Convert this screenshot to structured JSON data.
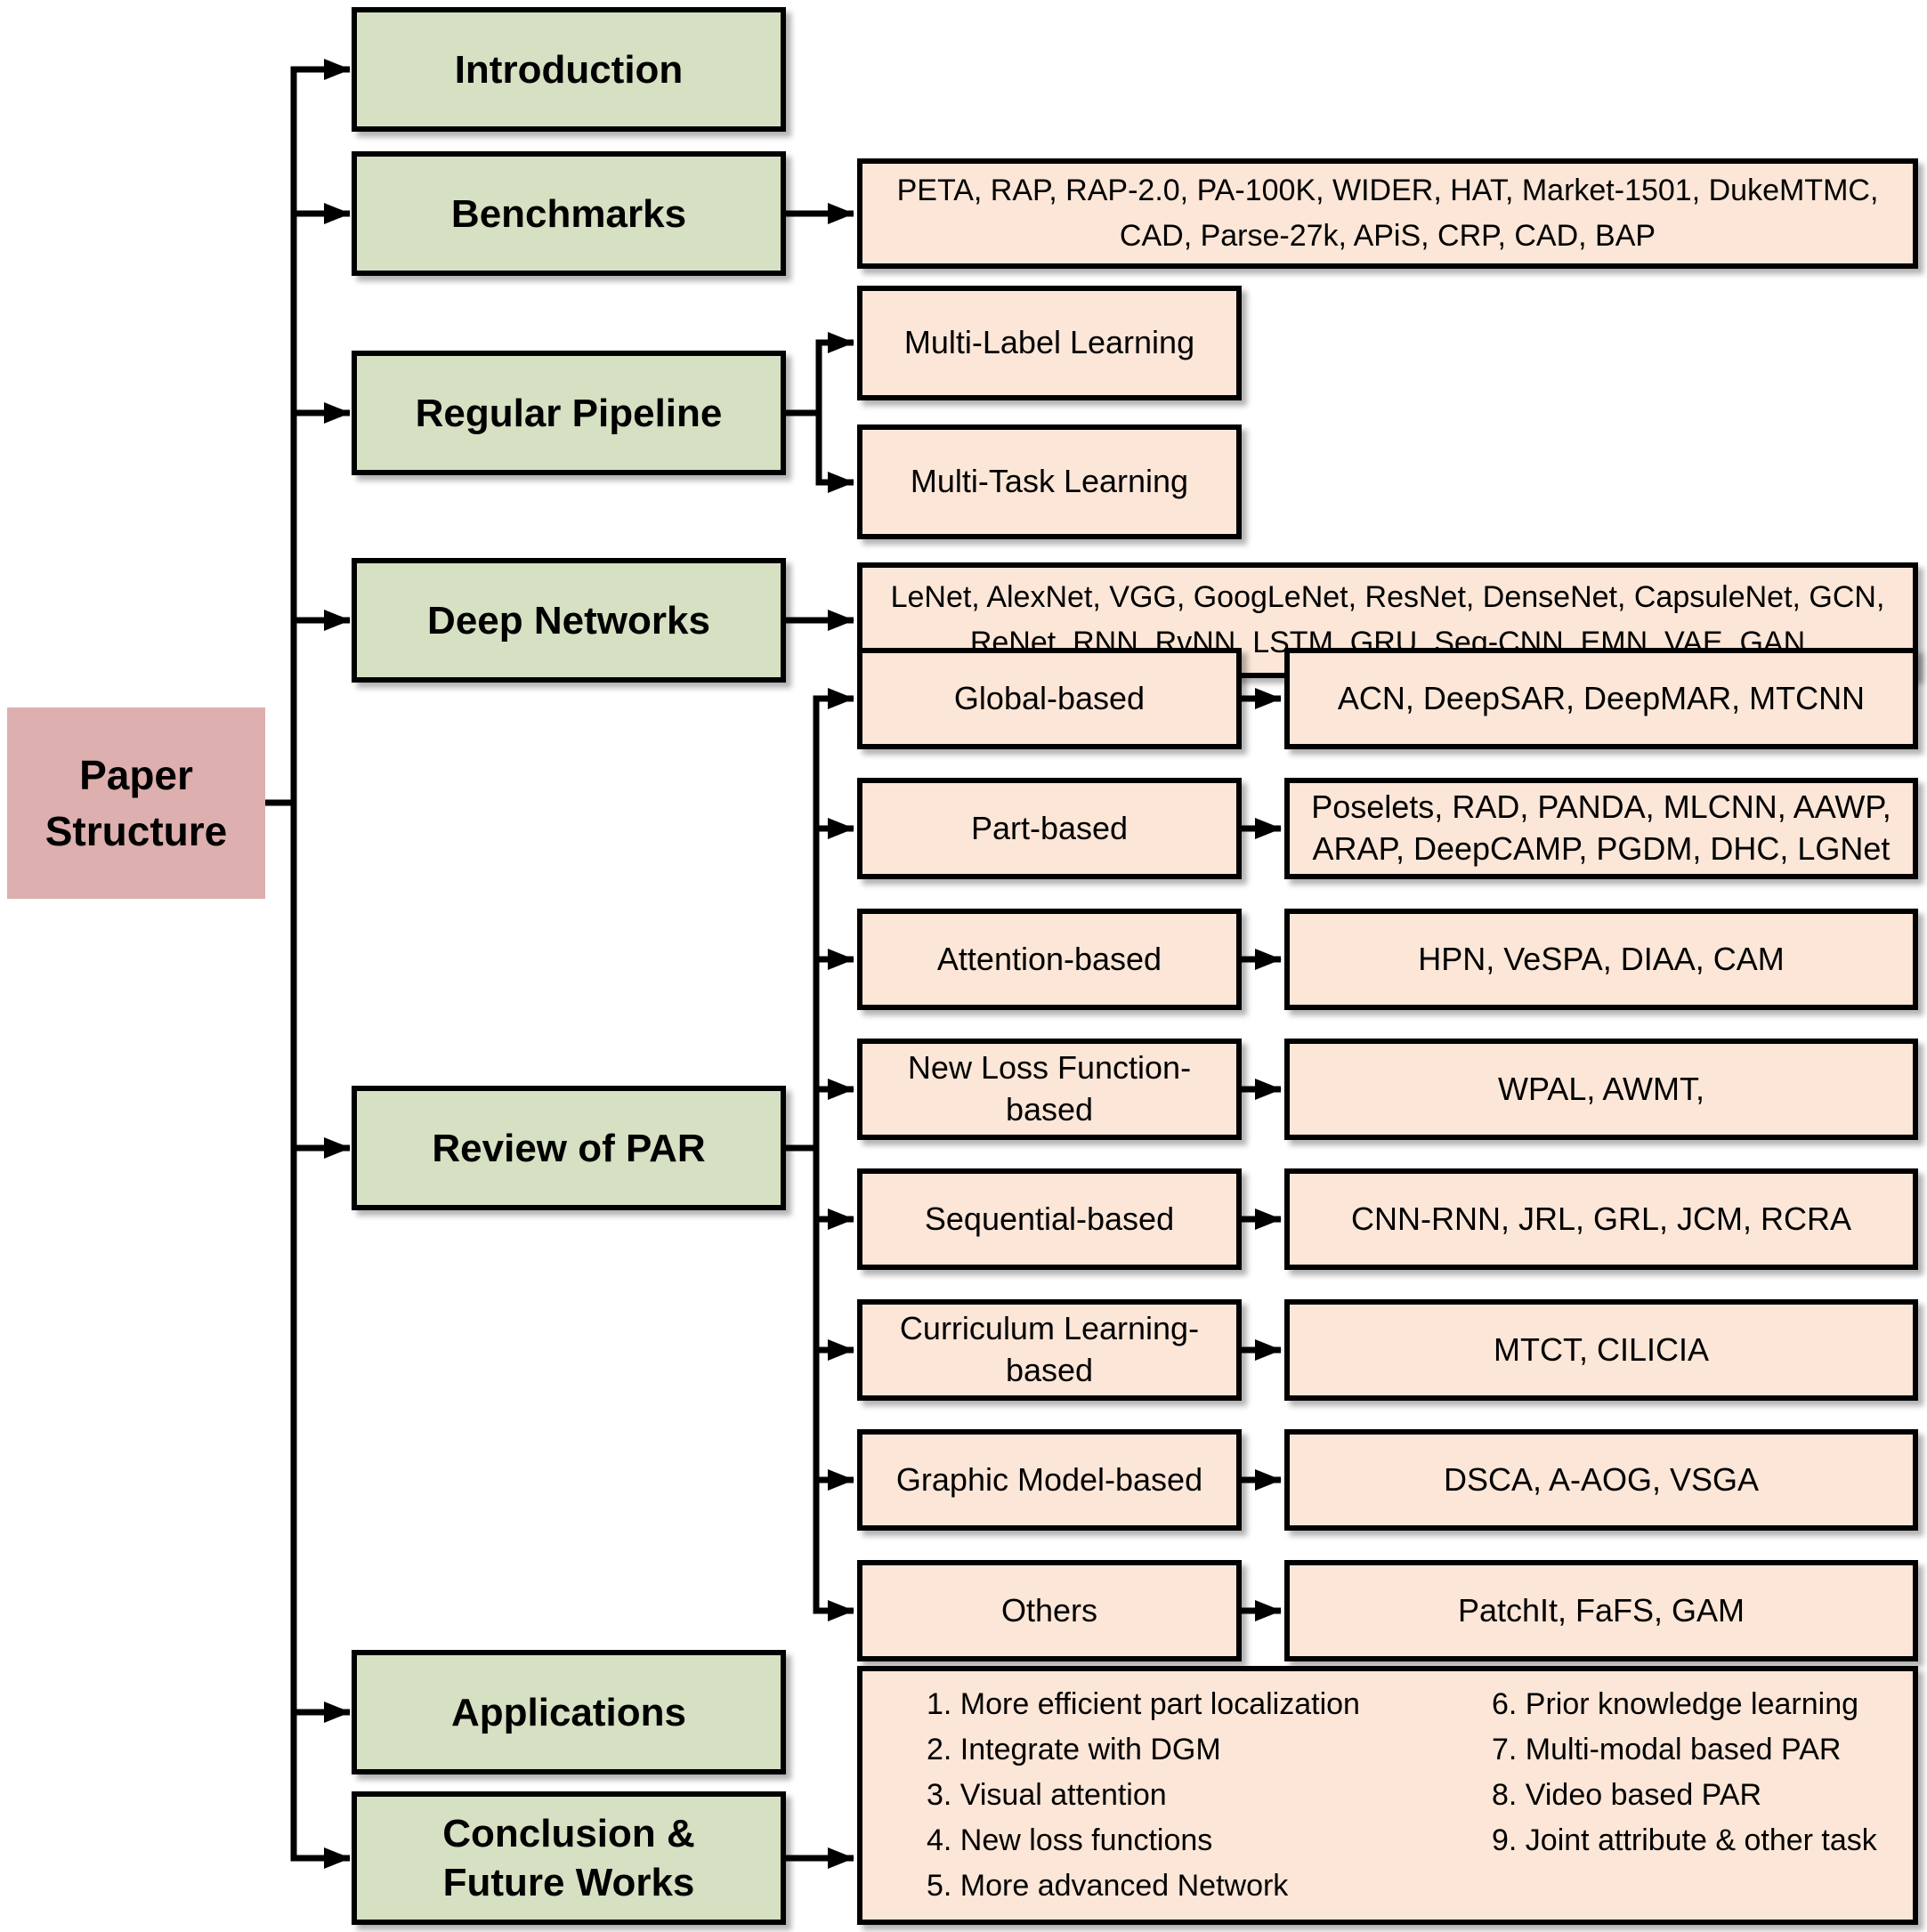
{
  "root": {
    "label": "Paper\nStructure"
  },
  "colors": {
    "section_green": "#d6e0c2",
    "content_peach": "#fbe6d7",
    "root_pink": "#ddafae",
    "line_black": "#000000"
  },
  "sections": [
    {
      "id": "introduction",
      "label": "Introduction"
    },
    {
      "id": "benchmarks",
      "label": "Benchmarks",
      "datasets": "PETA, RAP, RAP-2.0, PA-100K, WIDER,  HAT, Market-1501, DukeMTMC,\nCAD, Parse-27k, APiS, CRP, CAD, BAP"
    },
    {
      "id": "regular-pipeline",
      "label": "Regular Pipeline",
      "children": [
        {
          "label": "Multi-Label Learning"
        },
        {
          "label": "Multi-Task Learning"
        }
      ]
    },
    {
      "id": "deep-networks",
      "label": "Deep Networks",
      "networks": "LeNet, AlexNet, VGG, GoogLeNet, ResNet, DenseNet, CapsuleNet, GCN,\nReNet, RNN, RvNN, LSTM, GRU, Seq-CNN, EMN, VAE, GAN"
    },
    {
      "id": "review-of-par",
      "label": "Review of PAR",
      "categories": [
        {
          "label": "Global-based",
          "methods": "ACN, DeepSAR, DeepMAR, MTCNN"
        },
        {
          "label": "Part-based",
          "methods": "Poselets, RAD, PANDA, MLCNN, AAWP,\nARAP, DeepCAMP, PGDM, DHC, LGNet"
        },
        {
          "label": "Attention-based",
          "methods": "HPN, VeSPA, DIAA, CAM"
        },
        {
          "label": "New Loss Function-\nbased",
          "methods": "WPAL, AWMT,"
        },
        {
          "label": "Sequential-based",
          "methods": "CNN-RNN, JRL, GRL, JCM, RCRA"
        },
        {
          "label": "Curriculum Learning-\nbased",
          "methods": "MTCT, CILICIA"
        },
        {
          "label": "Graphic Model-based",
          "methods": "DSCA, A-AOG, VSGA"
        },
        {
          "label": "Others",
          "methods": "PatchIt, FaFS, GAM"
        }
      ]
    },
    {
      "id": "applications",
      "label": "Applications"
    },
    {
      "id": "conclusion-future-works",
      "label": "Conclusion &\nFuture Works",
      "future_left": [
        "1. More efficient part localization",
        "2. Integrate with DGM",
        "3. Visual attention",
        "4. New loss functions",
        "5. More advanced Network"
      ],
      "future_right": [
        "6. Prior knowledge learning",
        "7. Multi-modal based PAR",
        "8. Video based PAR",
        "9. Joint attribute & other task"
      ]
    }
  ]
}
